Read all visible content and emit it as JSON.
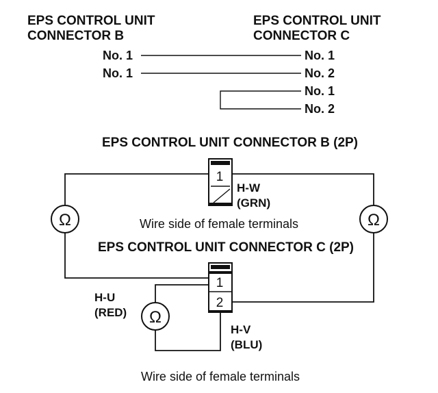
{
  "top_table": {
    "left_header": [
      "EPS CONTROL UNIT",
      "CONNECTOR B"
    ],
    "right_header": [
      "EPS CONTROL UNIT",
      "CONNECTOR C"
    ],
    "rows": [
      {
        "left": "No. 1",
        "right": "No. 1"
      },
      {
        "left": "No. 1",
        "right": "No. 2"
      },
      {
        "right": "No. 1"
      },
      {
        "right": "No. 2"
      }
    ]
  },
  "connector_b": {
    "title": "EPS CONTROL UNIT CONNECTOR B (2P)",
    "terminal": "1",
    "wire_name": "H-W",
    "wire_color": "(GRN)",
    "caption": "Wire side of female terminals",
    "ohm_symbol": "Ω"
  },
  "connector_c": {
    "title": "EPS CONTROL UNIT CONNECTOR C (2P)",
    "terminal_1": "1",
    "terminal_2": "2",
    "wire_u_name": "H-U",
    "wire_u_color": "(RED)",
    "wire_v_name": "H-V",
    "wire_v_color": "(BLU)",
    "ohm_symbol": "Ω",
    "caption": "Wire side of female terminals"
  },
  "icons": [
    "ohmmeter-icon",
    "connector-icon"
  ]
}
